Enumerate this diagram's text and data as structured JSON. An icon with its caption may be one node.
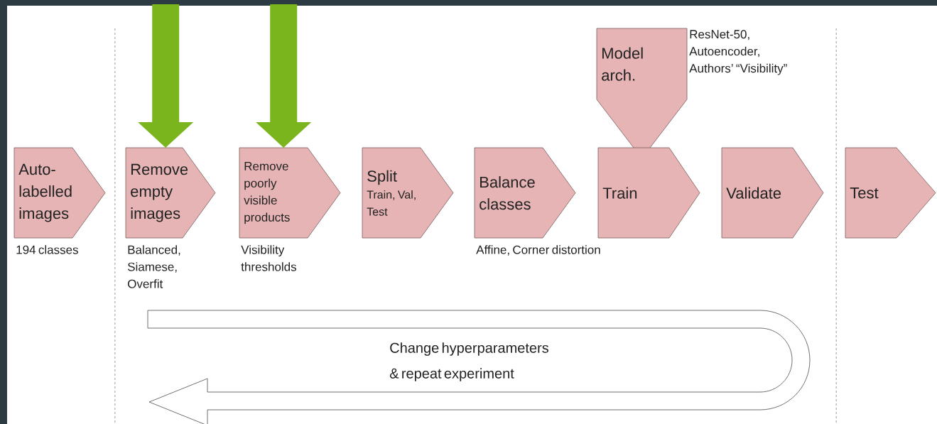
{
  "diagram": {
    "nodes": [
      {
        "text": [
          "Auto- labelled images"
        ],
        "beside": [
          "194 classes"
        ]
      },
      {
        "text": [
          "Remove empty images"
        ],
        "beside": [
          "Balanced, Siamese, Overfit"
        ]
      },
      {
        "text": [
          "Remove poorly visible products"
        ],
        "beside": [
          "Visibility thresholds"
        ]
      },
      {
        "text": [
          "Split",
          "Train, Val, Test"
        ]
      },
      {
        "text": [
          "Balance classes"
        ],
        "beside": [
          "Affine, Corner distortion"
        ]
      },
      {
        "text": [
          "Model arch."
        ],
        "beside": [
          "ResNet-50, Autoencoder, Authors’ “Visibility”"
        ]
      },
      {
        "text": [
          "Train"
        ]
      },
      {
        "text": [
          "Validate"
        ]
      },
      {
        "text": [
          "Test"
        ]
      }
    ],
    "edges": [
      {
        "from": null,
        "to": 1,
        "arrow": "to"
      },
      {
        "from": null,
        "to": 2,
        "arrow": "to"
      }
    ],
    "labels": [
      "Change hyperparameters & repeat experiment"
    ]
  }
}
